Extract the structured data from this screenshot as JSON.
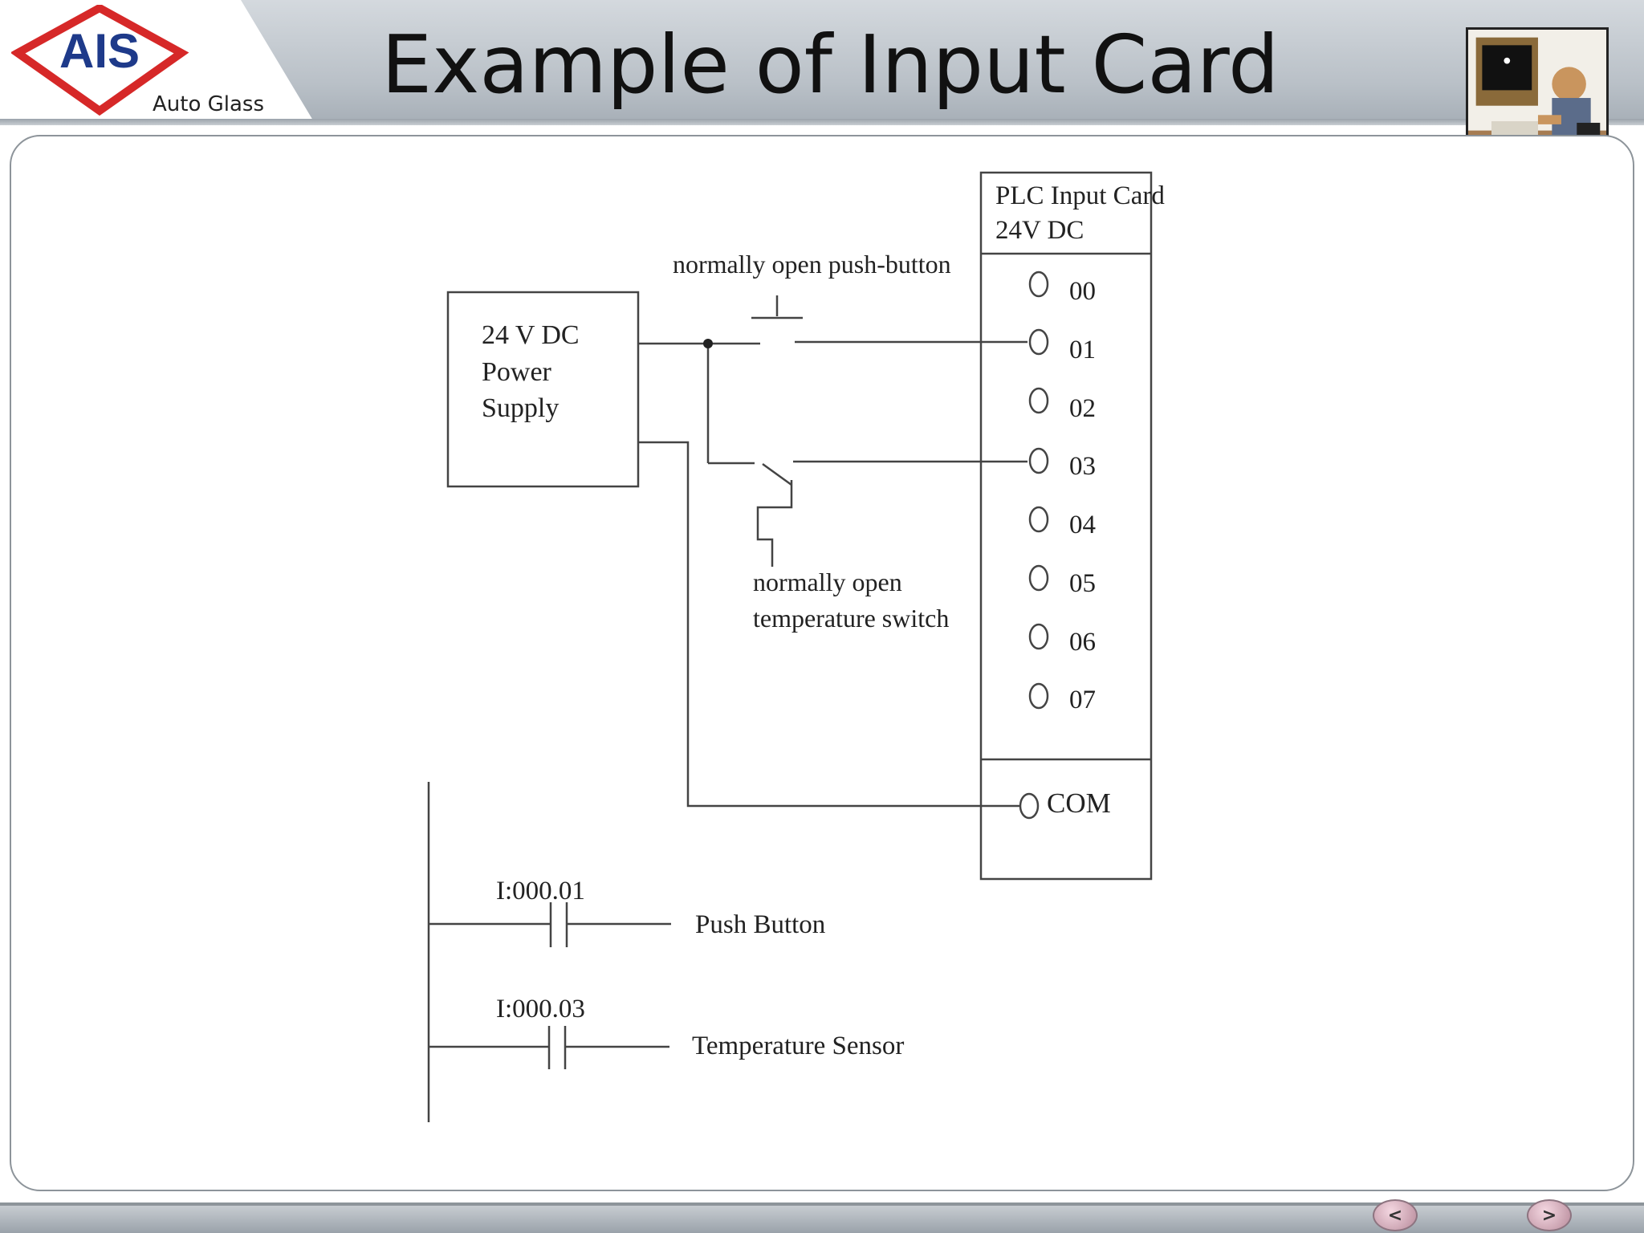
{
  "slide": {
    "title": "Example of Input Card",
    "logo": {
      "text": "AIS",
      "subtext": "Auto Glass",
      "brand_color": "#d62828",
      "text_color": "#1e3a8a"
    }
  },
  "diagram": {
    "power_supply": {
      "line1": "24 V DC",
      "line2": "Power",
      "line3": "Supply"
    },
    "push_button_label": "normally open push-button",
    "temp_switch_label": {
      "line1": "normally open",
      "line2": "temperature switch"
    },
    "plc_card": {
      "title_line1": "PLC Input Card",
      "title_line2": "24V DC",
      "terminals": [
        "00",
        "01",
        "02",
        "03",
        "04",
        "05",
        "06",
        "07"
      ],
      "common": "COM"
    },
    "ladder": {
      "rung1": {
        "address": "I:000.01",
        "label": "Push Button"
      },
      "rung2": {
        "address": "I:000.03",
        "label": "Temperature Sensor"
      }
    }
  },
  "navigation": {
    "prev_icon": "left-arrow-icon",
    "next_icon": "right-arrow-icon",
    "prev_label": "<",
    "next_label": ">"
  }
}
